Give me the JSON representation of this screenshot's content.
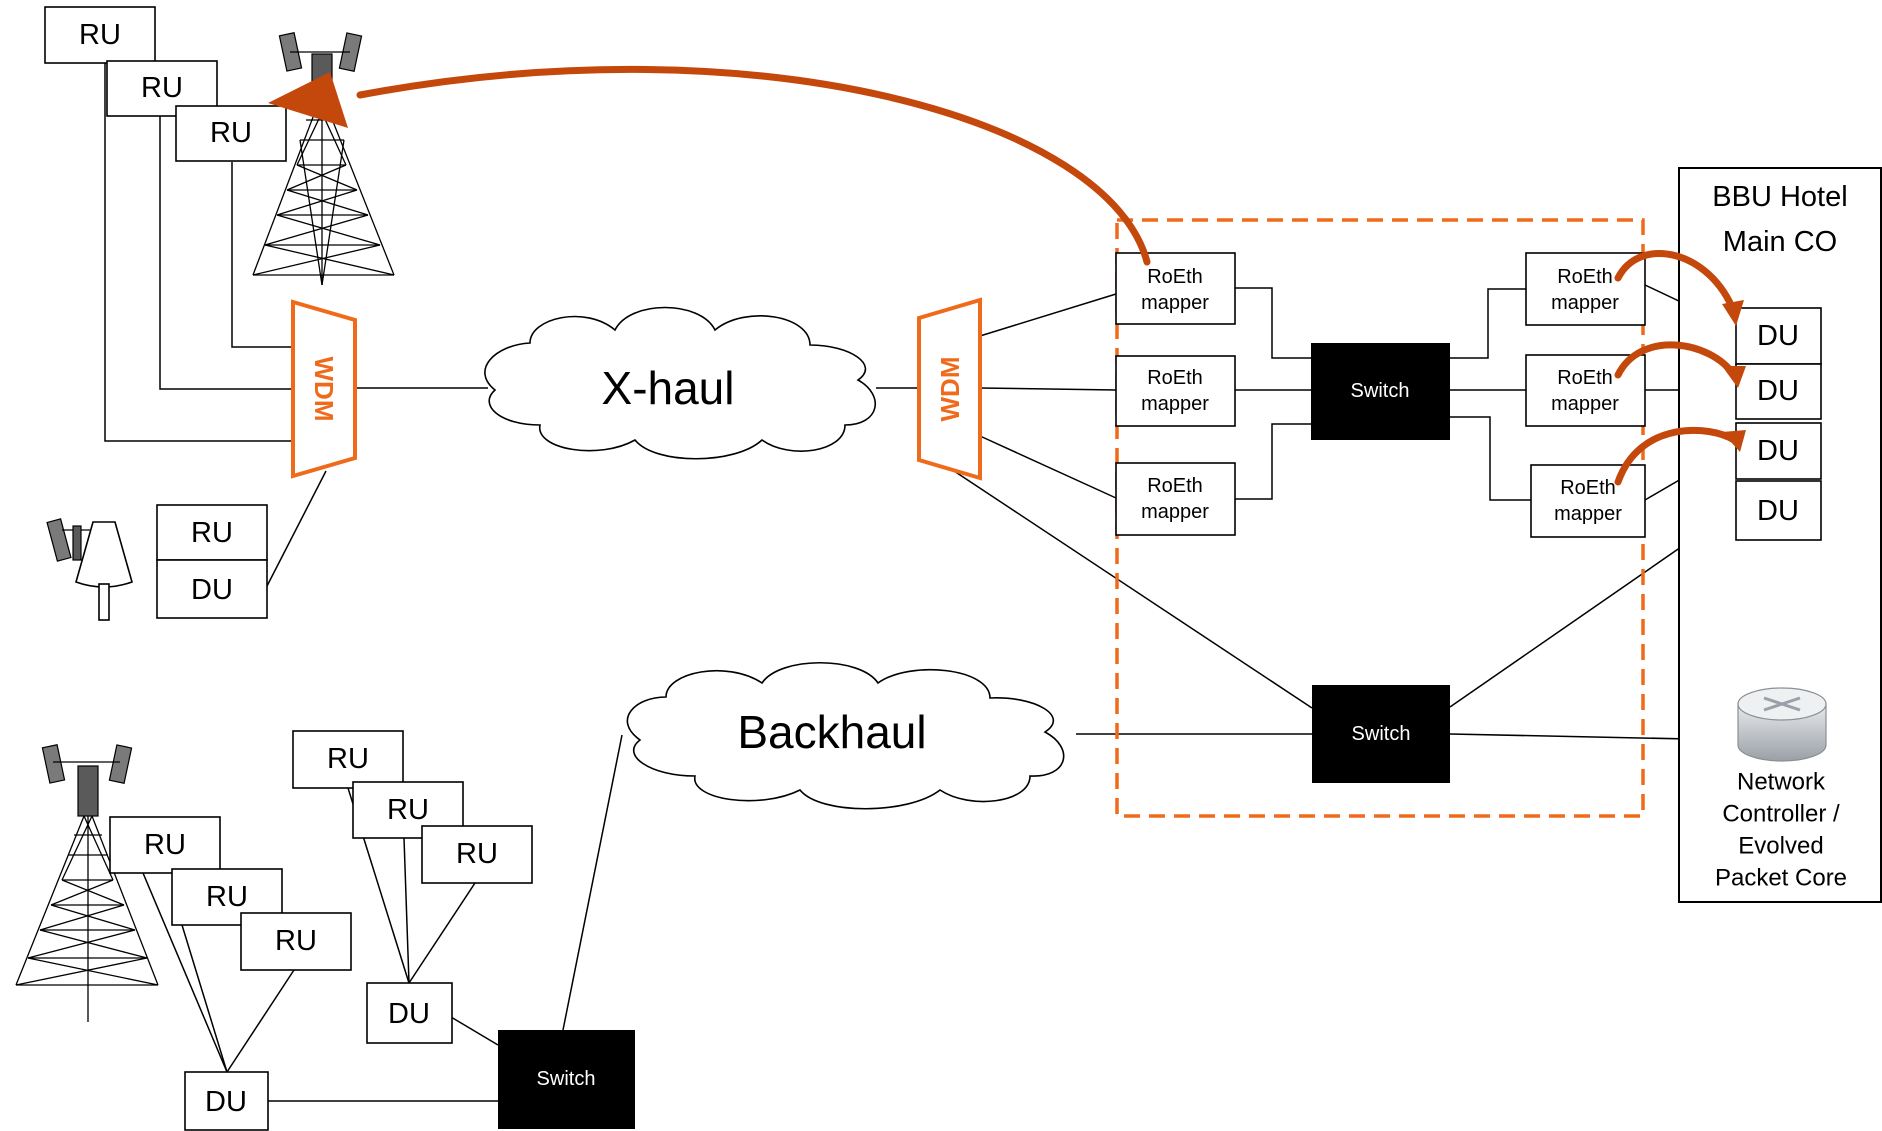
{
  "labels": {
    "ru": "RU",
    "du": "DU",
    "wdm": "WDM",
    "switch": "Switch",
    "roeth_line1": "RoEth",
    "roeth_line2": "mapper",
    "xhaul": "X-haul",
    "backhaul": "Backhaul",
    "hotel_line1": "BBU Hotel",
    "hotel_line2": "Main CO",
    "nc_line1": "Network",
    "nc_line2": "Controller /",
    "nc_line3": "Evolved",
    "nc_line4": "Packet Core"
  },
  "colors": {
    "accent_orange": "#f06a1c",
    "arrow_rust": "#c4480c",
    "switch_black": "#000000"
  }
}
